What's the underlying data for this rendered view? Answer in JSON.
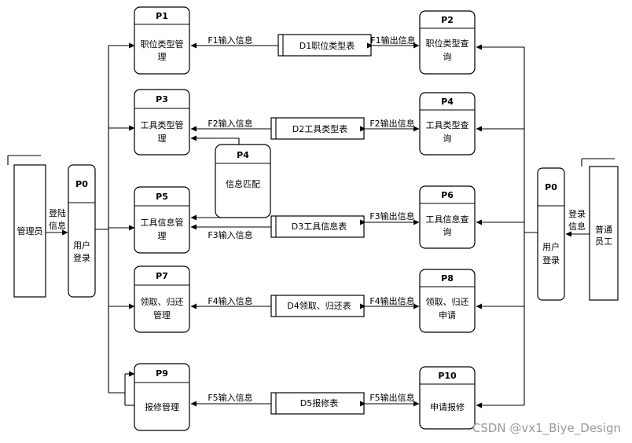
{
  "processes": {
    "p1": {
      "id": "P1",
      "name1": "职位类型管",
      "name2": "理"
    },
    "p2": {
      "id": "P2",
      "name1": "职位类型查",
      "name2": "询"
    },
    "p3": {
      "id": "P3",
      "name1": "工具类型管",
      "name2": "理"
    },
    "p4": {
      "id": "P4",
      "name1": "工具类型查",
      "name2": "询"
    },
    "p4m": {
      "id": "P4",
      "name1": "信息匹配"
    },
    "p5": {
      "id": "P5",
      "name1": "工具信息管",
      "name2": "理"
    },
    "p6": {
      "id": "P6",
      "name1": "工具信息查",
      "name2": "询"
    },
    "p7": {
      "id": "P7",
      "name1": "领取、归还",
      "name2": "管理"
    },
    "p8": {
      "id": "P8",
      "name1": "领取、归还",
      "name2": "申请"
    },
    "p9": {
      "id": "P9",
      "name1": "报修管理"
    },
    "p10": {
      "id": "P10",
      "name1": "申请报修"
    },
    "p0_left": {
      "id": "P0",
      "name1": "用户",
      "name2": "登录"
    },
    "p0_right": {
      "id": "P0",
      "name1": "用户",
      "name2": "登录"
    }
  },
  "stores": {
    "d1": "D1职位类型表",
    "d2": "D2工具类型表",
    "d3": "D3工具信息表",
    "d4": "D4领取、归还表",
    "d5": "D5报修表"
  },
  "entities": {
    "admin": "管理员",
    "employee1": "普通",
    "employee2": "员工"
  },
  "flows": {
    "admin_login1": "登陆",
    "admin_login2": "信息",
    "emp_login1": "登录",
    "emp_login2": "信息",
    "f1_in": "F1输入信息",
    "f1_out": "F1输出信息",
    "f2_in": "F2输入信息",
    "f2_out": "F2输出信息",
    "f3_in": "F3输入信息",
    "f3_out": "F3输出信息",
    "f4_in": "F4输入信息",
    "f4_out": "F4输出信息",
    "f5_in": "F5输入信息",
    "f5_out": "F5输出信息"
  },
  "watermark": "CSDN @vx1_Biye_Design"
}
